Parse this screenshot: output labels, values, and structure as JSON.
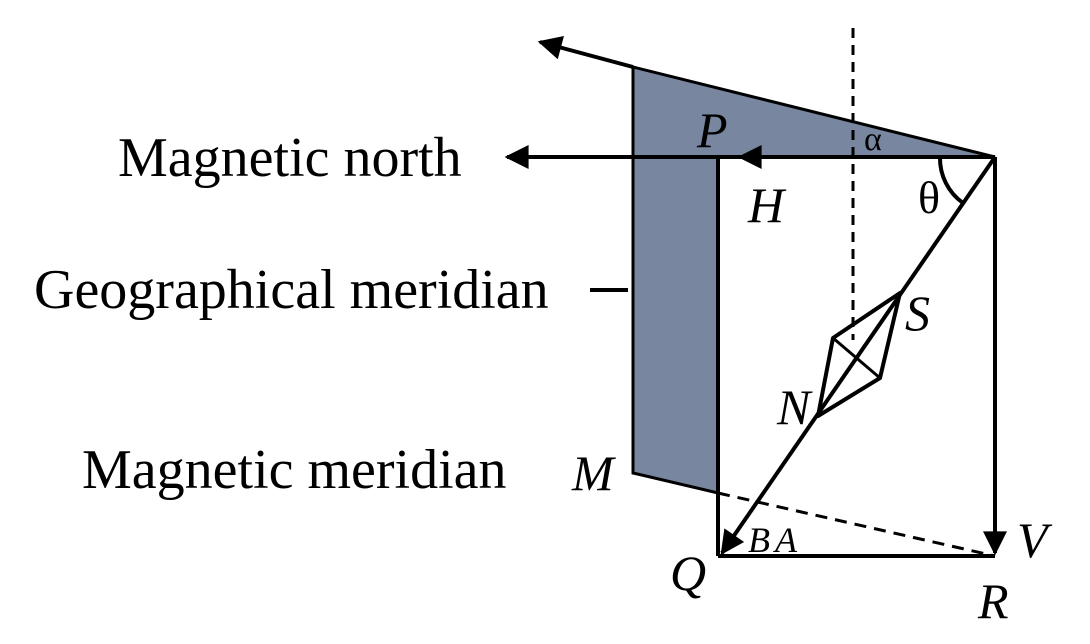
{
  "labels": {
    "magnetic_north": "Magnetic north",
    "geographical_meridian": "Geographical meridian",
    "magnetic_meridian": "Magnetic meridian",
    "P": "P",
    "H": "H",
    "alpha": "α",
    "theta": "θ",
    "S": "S",
    "N": "N",
    "M": "M",
    "B": "B",
    "A": "A",
    "Q": "Q",
    "R": "R",
    "V": "V"
  },
  "colors": {
    "plane_fill": "#7886a0",
    "line": "#000000"
  }
}
